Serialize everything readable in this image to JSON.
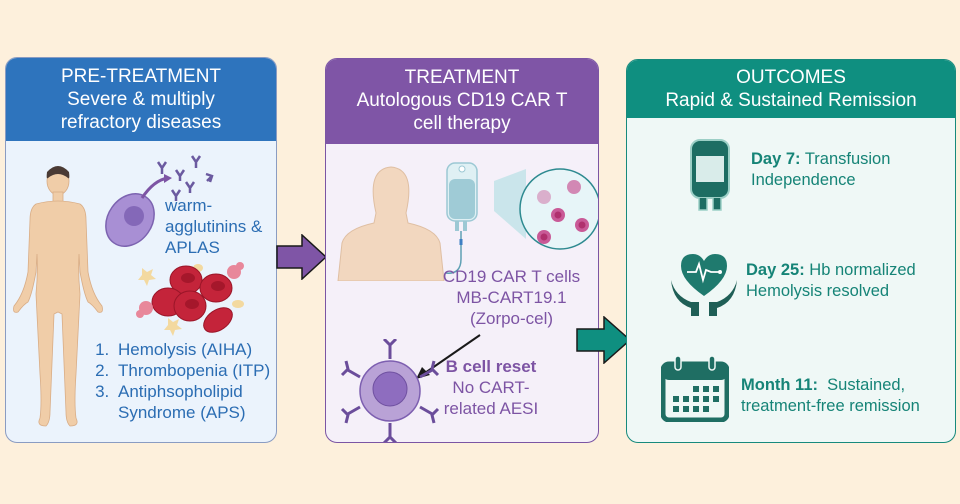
{
  "colors": {
    "background": "#fdf0dc",
    "pretreatment_accent": "#2e74bd",
    "treatment_accent": "#7f55a6",
    "outcomes_accent": "#0f8f80"
  },
  "pretreatment": {
    "title": "PRE-TREATMENT",
    "subtitle_line1": "Severe & multiply",
    "subtitle_line2": "refractory diseases",
    "antibody_label_line1": "warm-",
    "antibody_label_line2": "agglutinins &",
    "antibody_label_line3": "APLAS",
    "diseases": [
      {
        "number": "1.",
        "text": "Hemolysis (AIHA)"
      },
      {
        "number": "2.",
        "text": "Thrombopenia (ITP)"
      },
      {
        "number": "3.",
        "text": "Antiphsopholipid Syndrome (APS)"
      }
    ],
    "icons": [
      "human-body-icon",
      "plasma-cell-icon",
      "antibody-icon",
      "red-blood-cells-icon"
    ]
  },
  "treatment": {
    "title": "TREATMENT",
    "subtitle_line1": "Autologous CD19 CAR T",
    "subtitle_line2": "cell therapy",
    "product_line1": "CD19 CAR T cells",
    "product_line2": "MB-CART19.1",
    "product_line3": "(Zorpo-cel)",
    "reset_title": "B cell reset",
    "reset_line1": "No CART-",
    "reset_line2": "related AESI",
    "icons": [
      "patient-torso-icon",
      "iv-bag-icon",
      "car-t-cells-icon",
      "b-cell-icon"
    ]
  },
  "outcomes": {
    "title": "OUTCOMES",
    "subtitle": "Rapid & Sustained Remission",
    "items": [
      {
        "icon": "blood-bag-icon",
        "label": "Day 7:",
        "text_line1": " Transfusion",
        "text_line2": "Independence"
      },
      {
        "icon": "heart-hands-icon",
        "label": "Day 25:",
        "text_line1": " Hb normalized",
        "text_line2": "Hemolysis resolved"
      },
      {
        "icon": "calendar-icon",
        "label": "Month 11:",
        "text_line1": "  Sustained,",
        "text_line2": "treatment-free remission"
      }
    ]
  }
}
